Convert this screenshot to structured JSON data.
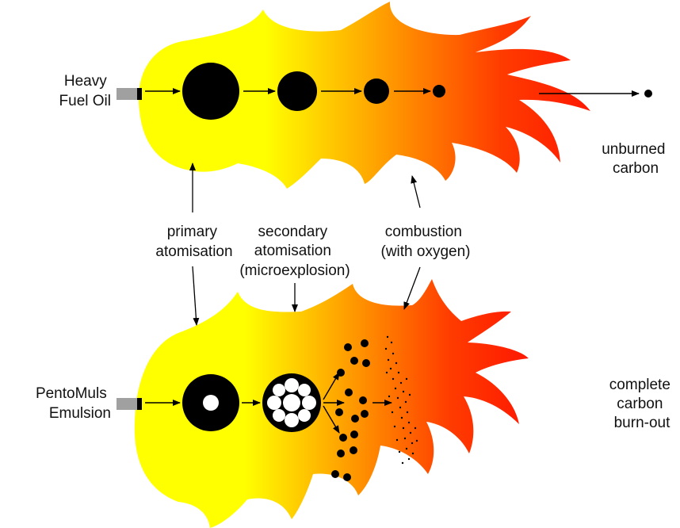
{
  "colors": {
    "flame_yellow": "#ffff00",
    "flame_orange": "#ff8c00",
    "flame_red": "#ff1e00",
    "ink": "#000000",
    "nozzle": "#a0a0a0"
  },
  "top_flame": {
    "label_line1": "Heavy",
    "label_line2": "Fuel Oil",
    "result_line1": "unburned",
    "result_line2": "carbon"
  },
  "bottom_flame": {
    "label_line1": "PentoMuls",
    "label_line2": "Emulsion",
    "result_line1": "complete",
    "result_line2": "carbon",
    "result_line3": "burn-out"
  },
  "stages": {
    "primary_line1": "primary",
    "primary_line2": "atomisation",
    "secondary_line1": "secondary",
    "secondary_line2": "atomisation",
    "secondary_line3": "(microexplosion)",
    "combustion_line1": "combustion",
    "combustion_line2": "(with oxygen)"
  }
}
